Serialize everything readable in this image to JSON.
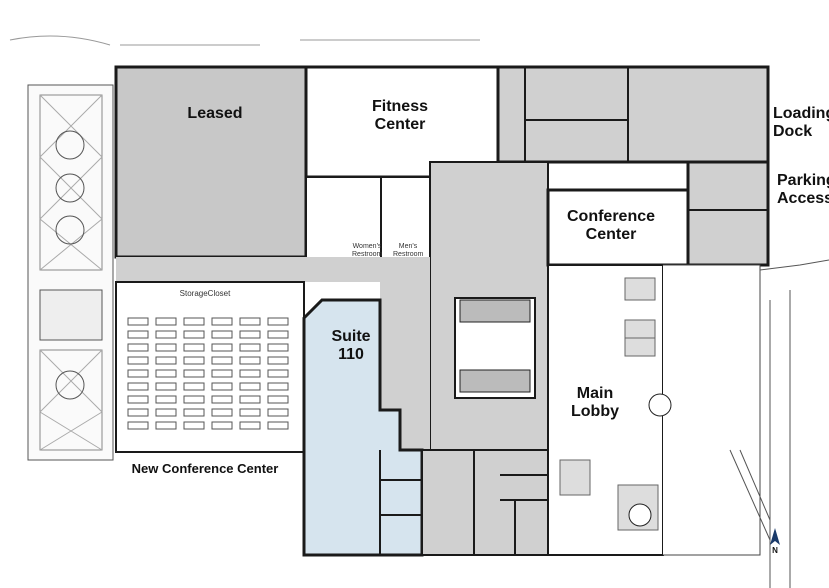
{
  "rooms": {
    "leased": "Leased",
    "fitness": "Fitness Center",
    "conference": "Conference Center",
    "loading": "Loading Dock",
    "parking": "Parking Access",
    "suite": "Suite 110",
    "lobby": "Main Lobby",
    "new_conference": "New Conference Center",
    "storage": "StorageCloset",
    "womens": "Women's Restroom",
    "mens": "Men's Restroom"
  },
  "compass": "N",
  "colors": {
    "leased": "#c8c8c8",
    "suite": "#d6e4ee",
    "common": "#d0d0d0",
    "wall": "#1a1a1a"
  }
}
